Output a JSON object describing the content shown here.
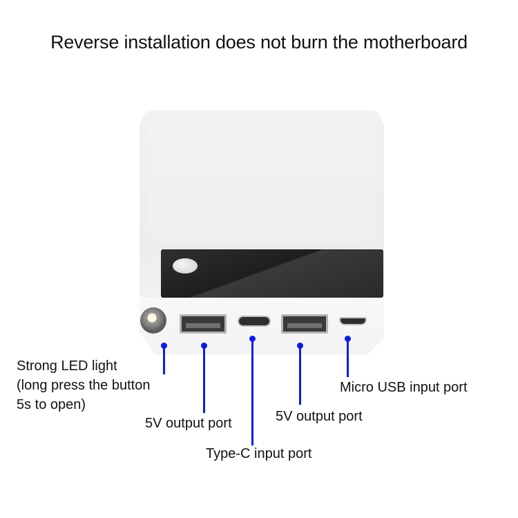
{
  "title": "Reverse installation does not burn the motherboard",
  "device": {
    "name": "power-bank",
    "ports": [
      "led-light",
      "usb-a-output-1",
      "type-c-input",
      "usb-a-output-2",
      "micro-usb-input"
    ]
  },
  "callouts": {
    "led": {
      "line1": "Strong LED light",
      "line2": "(long press the button",
      "line3": "5s to open)"
    },
    "usb_output_left": "5V output port",
    "type_c": "Type-C input port",
    "usb_output_right": "5V output port",
    "micro_usb": "Micro USB input port"
  },
  "colors": {
    "callout_line": "#0a1de8",
    "device_body": "#f0f0f0",
    "display": "#2a2a2a"
  }
}
